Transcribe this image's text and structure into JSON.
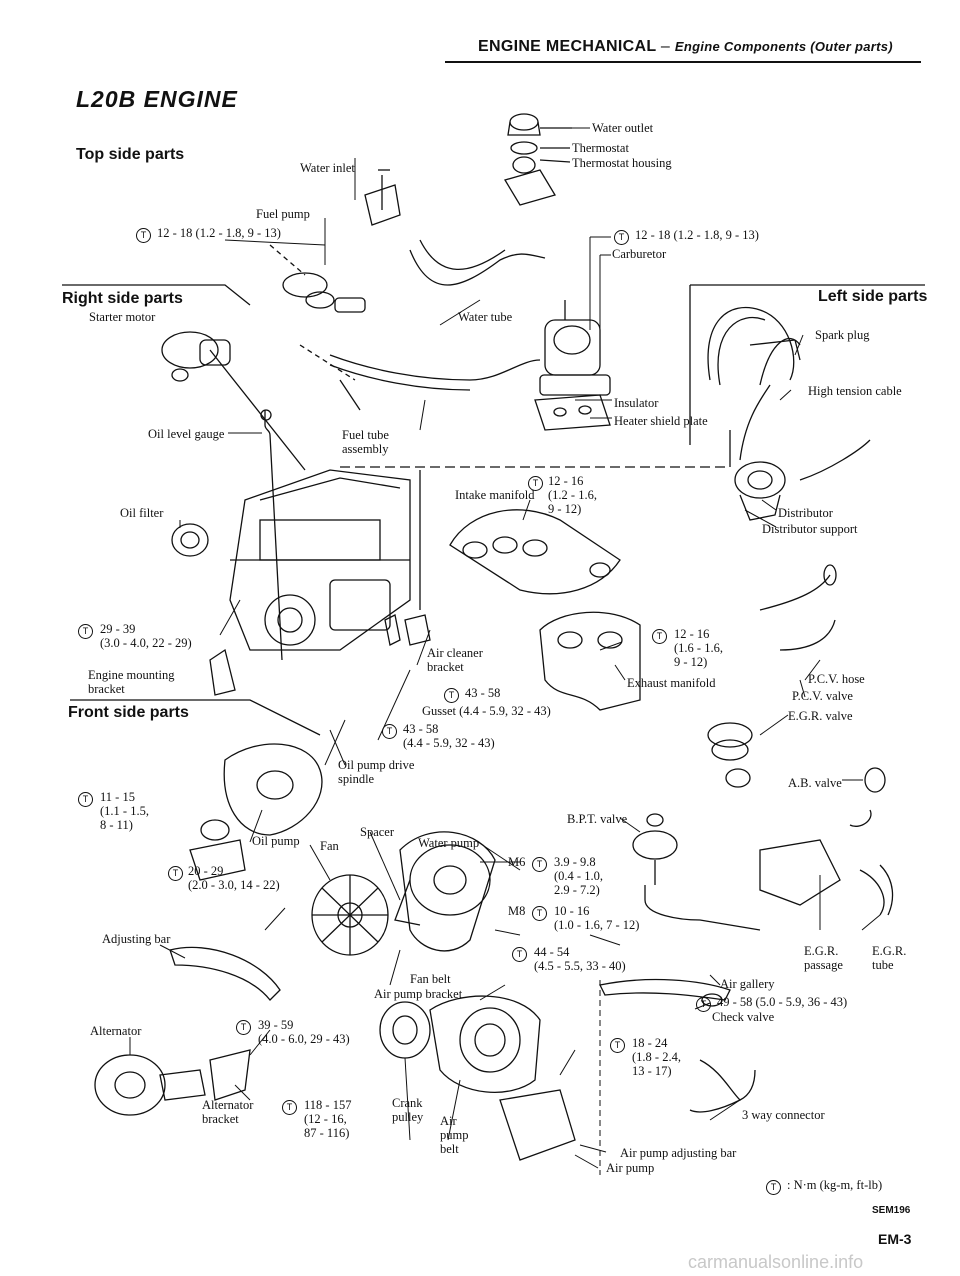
{
  "header": {
    "section": "ENGINE MECHANICAL",
    "dash": "–",
    "subsection": "Engine Components (Outer parts)",
    "engine_title": "L20B ENGINE"
  },
  "sections": {
    "top": "Top side parts",
    "right": "Right side parts",
    "left": "Left side parts",
    "front": "Front side parts"
  },
  "torque_symbol": "T",
  "labels": {
    "water_outlet": "Water outlet",
    "thermostat": "Thermostat",
    "thermostat_housing": "Thermostat housing",
    "water_inlet": "Water inlet",
    "fuel_pump": "Fuel pump",
    "tq_fuel_pump": "12 - 18 (1.2 - 1.8, 9 - 13)",
    "tq_carb": "12 - 18 (1.2 - 1.8, 9 - 13)",
    "carburetor": "Carburetor",
    "starter_motor": "Starter motor",
    "water_tube": "Water tube",
    "spark_plug": "Spark plug",
    "high_tension_cable": "High tension cable",
    "insulator": "Insulator",
    "heater_shield_plate": "Heater shield plate",
    "oil_level_gauge": "Oil level gauge",
    "fuel_tube_assembly": "Fuel tube\nassembly",
    "tq_intake": "12 - 16\n(1.2 - 1.6,\n9 - 12)",
    "intake_manifold": "Intake manifold",
    "distributor": "Distributor",
    "distributor_support": "Distributor support",
    "oil_filter": "Oil filter",
    "tq_mount": "29 - 39\n(3.0 - 4.0, 22 - 29)",
    "tq_exhaust": "12 - 16\n(1.6 - 1.6,\n9 - 12)",
    "air_cleaner_bracket": "Air cleaner\nbracket",
    "engine_mounting_bracket": "Engine mounting\nbracket",
    "exhaust_manifold": "Exhaust manifold",
    "pcv_hose": "P.C.V. hose",
    "pcv_valve": "P.C.V. valve",
    "tq_gusset_a": "43 - 58",
    "gusset": "Gusset (4.4 - 5.9, 32 - 43)",
    "tq_gusset_b": "43 - 58\n(4.4 - 5.9, 32 - 43)",
    "egr_valve": "E.G.R. valve",
    "oil_pump_drive_spindle": "Oil pump drive\nspindle",
    "tq_oil_pump": "11 - 15\n(1.1 - 1.5,\n8 - 11)",
    "ab_valve": "A.B. valve",
    "spacer": "Spacer",
    "water_pump": "Water pump",
    "bpt_valve": "B.P.T. valve",
    "oil_pump": "Oil pump",
    "fan": "Fan",
    "tq_m6": "3.9 - 9.8\n(0.4 - 1.0,\n2.9 - 7.2)",
    "m6": "M6",
    "tq_oil_pump_b": "20 - 29\n(2.0 - 3.0, 14 - 22)",
    "m8": "M8",
    "tq_m8": "10 - 16\n(1.0 - 1.6, 7 - 12)",
    "adjusting_bar": "Adjusting bar",
    "tq_air_pump_bracket": "44 - 54\n(4.5 - 5.5, 33 - 40)",
    "egr_passage": "E.G.R.\npassage",
    "egr_tube": "E.G.R.\ntube",
    "fan_belt": "Fan belt",
    "air_pump_bracket": "Air pump bracket",
    "air_gallery": "Air gallery",
    "tq_air_gallery": "49 - 58 (5.0 - 5.9, 36 - 43)",
    "check_valve": "Check valve",
    "alternator": "Alternator",
    "tq_alternator": "39 - 59\n(4.0 - 6.0, 29 - 43)",
    "tq_air_pump_adj": "18 - 24\n(1.8 - 2.4,\n13 - 17)",
    "alternator_bracket": "Alternator\nbracket",
    "tq_crank": "118 - 157\n(12 - 16,\n87 - 116)",
    "crank_pulley": "Crank\npulley",
    "air_pump_belt": "Air\npump\nbelt",
    "three_way_connector": "3 way connector",
    "air_pump_adjusting_bar": "Air pump adjusting bar",
    "air_pump": "Air pump",
    "legend": ": N·m (kg-m, ft-lb)"
  },
  "figure_code": "SEM196",
  "page_number": "EM-3",
  "watermark": "carmanualsonline.info"
}
